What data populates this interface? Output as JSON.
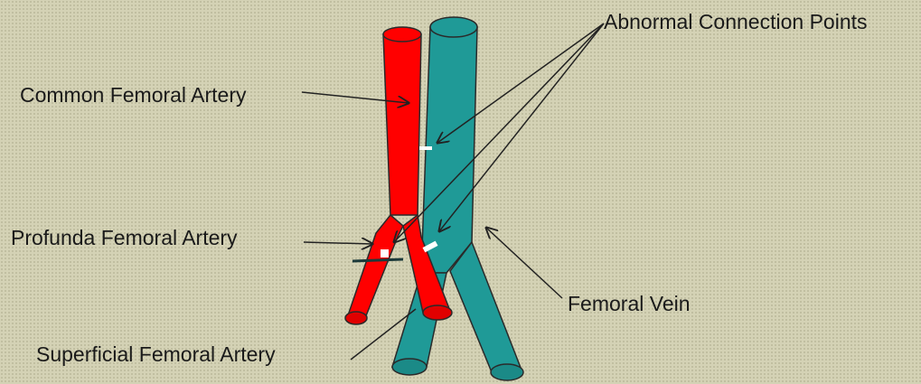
{
  "labels": {
    "abnormal_connection_points": "Abnormal Connection Points",
    "common_femoral_artery": "Common Femoral Artery",
    "profunda_femoral_artery": "Profunda Femoral Artery",
    "superficial_femoral_artery": "Superficial Femoral Artery",
    "femoral_vein": "Femoral Vein"
  },
  "colors": {
    "background": "#d4d2b5",
    "artery": "#ff0000",
    "vein": "#1f9a97",
    "outline": "#2a2a2a",
    "connection_marker": "#ffffff"
  }
}
